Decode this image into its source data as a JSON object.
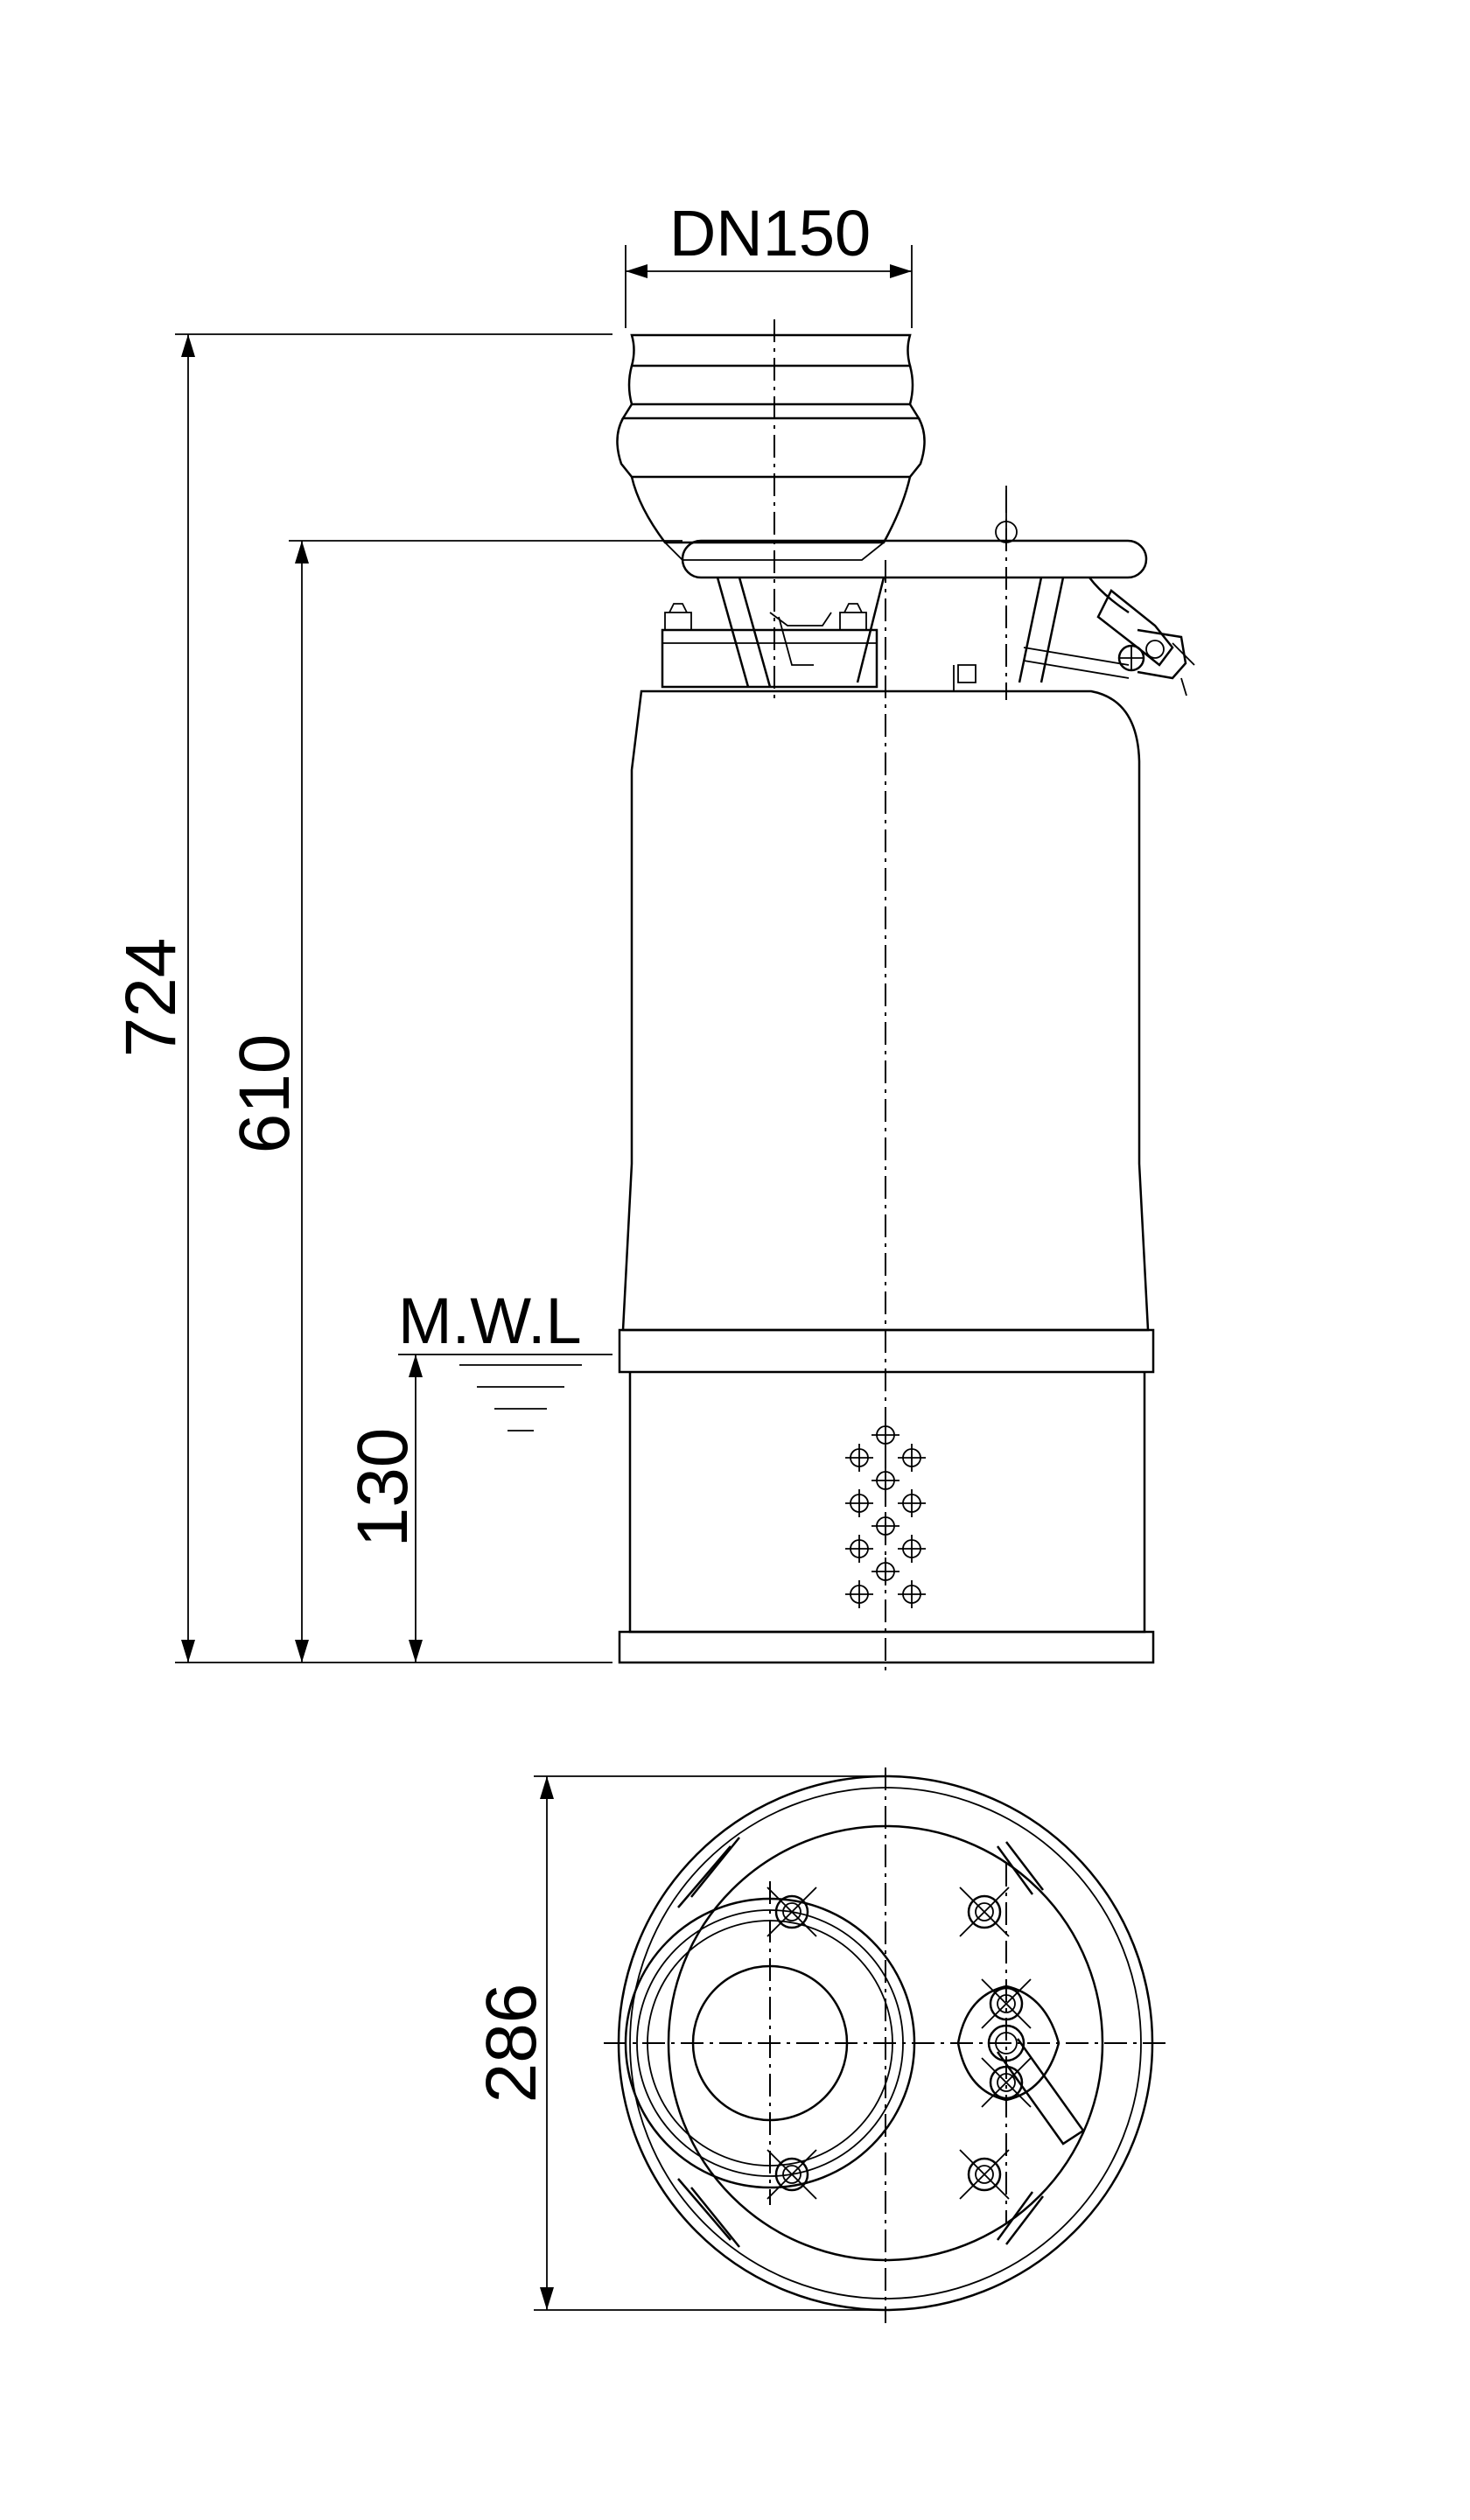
{
  "drawing": {
    "outlet_label": "DN150",
    "overall_height_label": "724",
    "handle_height_label": "610",
    "mwl_label": "M.W.L",
    "mwl_height_label": "130",
    "diameter_label": "286"
  },
  "colors": {
    "line": "#000000",
    "background": "#ffffff"
  }
}
